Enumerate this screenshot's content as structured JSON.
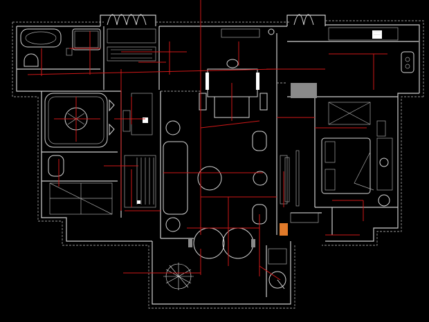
{
  "drawing": {
    "background": "#000000",
    "wall_color": "#cfcfcf",
    "furniture_color": "#d8d8d8",
    "circuit_color": "#d01818",
    "accent_orange": "#e07a2a",
    "text_labels": []
  },
  "rooms": [
    {
      "id": "bathroom-top-left"
    },
    {
      "id": "bathroom-mid-left"
    },
    {
      "id": "stair-bottom-left"
    },
    {
      "id": "corridor-left"
    },
    {
      "id": "dining-center"
    },
    {
      "id": "living-center"
    },
    {
      "id": "balcony-bottom"
    },
    {
      "id": "kitchen-top-right"
    },
    {
      "id": "bedroom-right"
    }
  ],
  "icons": {
    "plants": [
      "plant-icon-top-left",
      "plant-icon-top-right"
    ],
    "fixtures": [
      "bathtub-icon",
      "toilet-icon",
      "sink-icon",
      "shower-icon",
      "bed-icon",
      "dining-table-icon",
      "round-table-icon",
      "potted-plant-icon",
      "gas-cylinder-icon"
    ]
  }
}
